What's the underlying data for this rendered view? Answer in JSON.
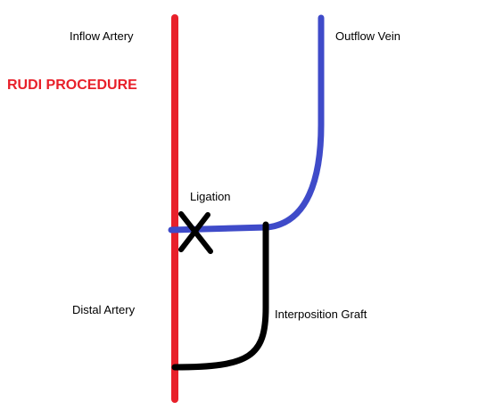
{
  "title": "RUDI PROCEDURE",
  "labels": {
    "inflow_artery": "Inflow Artery",
    "outflow_vein": "Outflow Vein",
    "ligation": "Ligation",
    "distal_artery": "Distal Artery",
    "interposition_graft": "Interposition Graft"
  },
  "colors": {
    "title": "#e8202a",
    "artery": "#e8202a",
    "vein": "#3f4bc9",
    "graft": "#000000",
    "ligation_mark": "#000000"
  }
}
